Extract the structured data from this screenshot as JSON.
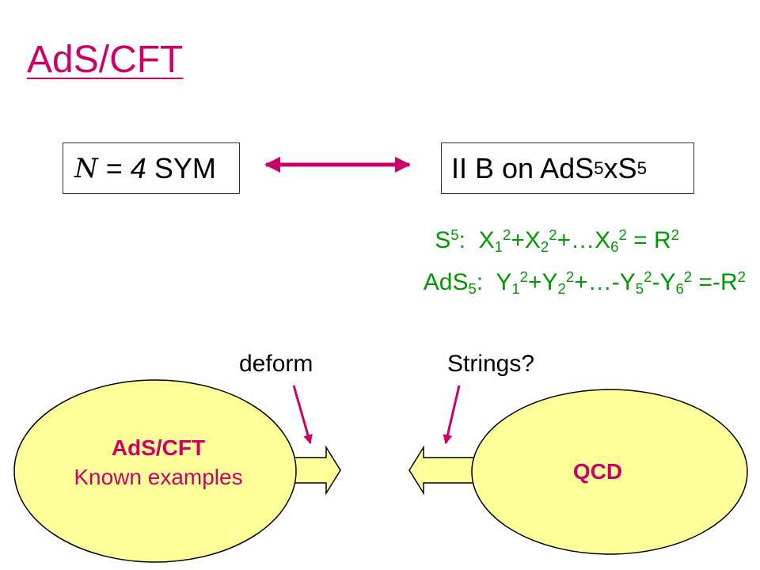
{
  "title": "AdS/CFT",
  "left_box": {
    "script_letter": "N",
    "rest": " = ",
    "four": "4",
    "sym": " SYM"
  },
  "right_box": {
    "prefix": "II B on AdS",
    "sub": "5",
    "mid": "xS",
    "sup": "5"
  },
  "eq_s5": {
    "label": "S",
    "label_sup": "5",
    "colon": ":  ",
    "t1": "X",
    "t1_sub": "1",
    "t1_sup": "2",
    "t2": "+X",
    "t2_sub": "2",
    "t2_sup": "2",
    "t3": "+…X",
    "t3_sub": "6",
    "t3_sup": "2",
    "rhs": " = R",
    "rhs_sup": "2"
  },
  "eq_ads5": {
    "label": "AdS",
    "label_sub": "5",
    "colon": ":  ",
    "t1": "Y",
    "t1_sub": "1",
    "t1_sup": "2",
    "t2": "+Y",
    "t2_sub": "2",
    "t2_sup": "2",
    "t3": "+…-Y",
    "t3_sub": "5",
    "t3_sup": "2",
    "t4": "-Y",
    "t4_sub": "6",
    "t4_sup": "2",
    "rhs": " =-R",
    "rhs_sup": "2"
  },
  "labels": {
    "deform": "deform",
    "strings": "Strings?"
  },
  "left_ellipse": {
    "title": "AdS/CFT",
    "subtitle": "Known examples"
  },
  "right_ellipse": {
    "title": "QCD"
  },
  "colors": {
    "accent": "#cc0066",
    "equation": "#009900",
    "ellipse_fill": "#ffff99",
    "arrow_fill": "#ffff99"
  }
}
